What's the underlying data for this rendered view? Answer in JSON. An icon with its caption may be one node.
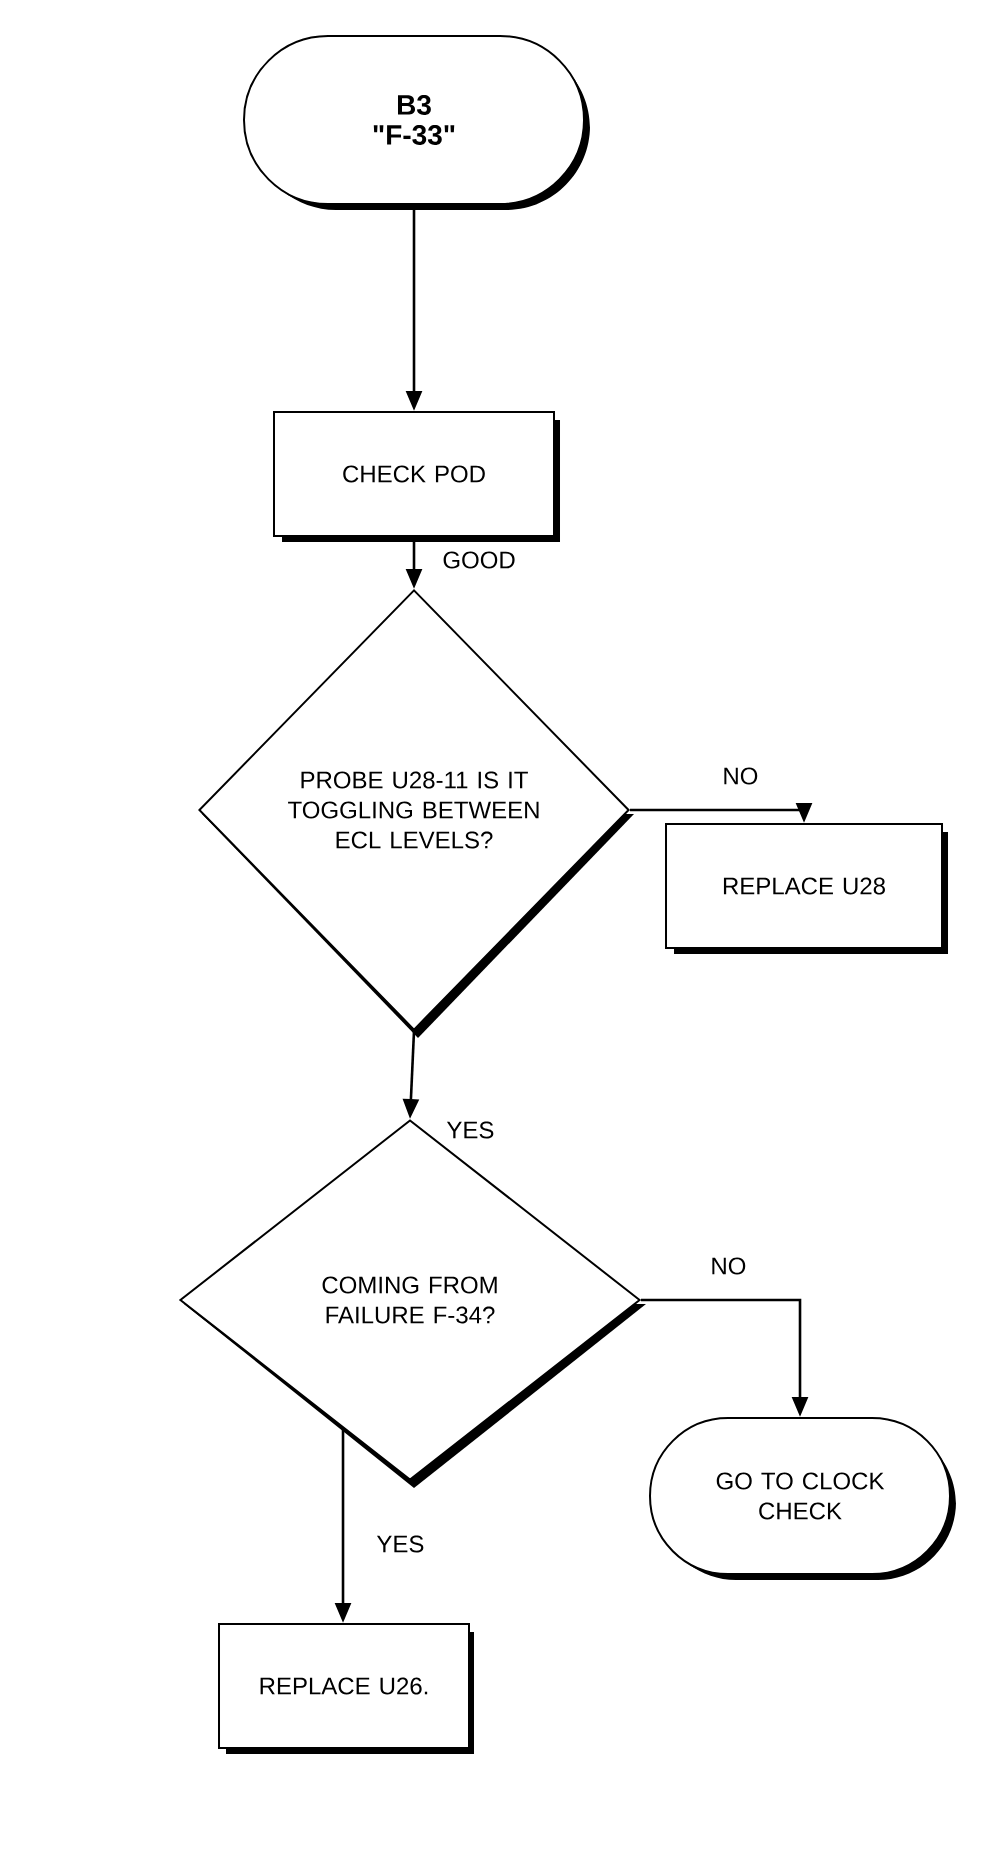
{
  "diagram": {
    "nodes": [
      {
        "text": [
          "B3",
          "\"F-33\""
        ]
      },
      {
        "text": [
          "CHECK POD"
        ]
      },
      {
        "text": [
          "PROBE U28-11 IS IT TOGGLING BETWEEN ECL LEVELS?"
        ]
      },
      {
        "text": [
          "REPLACE U28"
        ]
      },
      {
        "text": [
          "COMING FROM FAILURE F-34?"
        ]
      },
      {
        "text": [
          "GO TO CLOCK CHECK"
        ]
      },
      {
        "text": [
          "REPLACE U26."
        ]
      }
    ],
    "edges": [
      {
        "from": 0,
        "to": 1,
        "arrow": "to"
      },
      {
        "from": 1,
        "to": 2,
        "label": "GOOD",
        "arrow": "to"
      },
      {
        "from": 2,
        "to": 3,
        "label": "NO",
        "arrow": "to"
      },
      {
        "from": 2,
        "to": 4,
        "label": "YES",
        "arrow": "to"
      },
      {
        "from": 4,
        "to": 5,
        "label": "NO",
        "arrow": "to"
      },
      {
        "from": 4,
        "to": 6,
        "label": "YES",
        "arrow": "to"
      }
    ]
  }
}
